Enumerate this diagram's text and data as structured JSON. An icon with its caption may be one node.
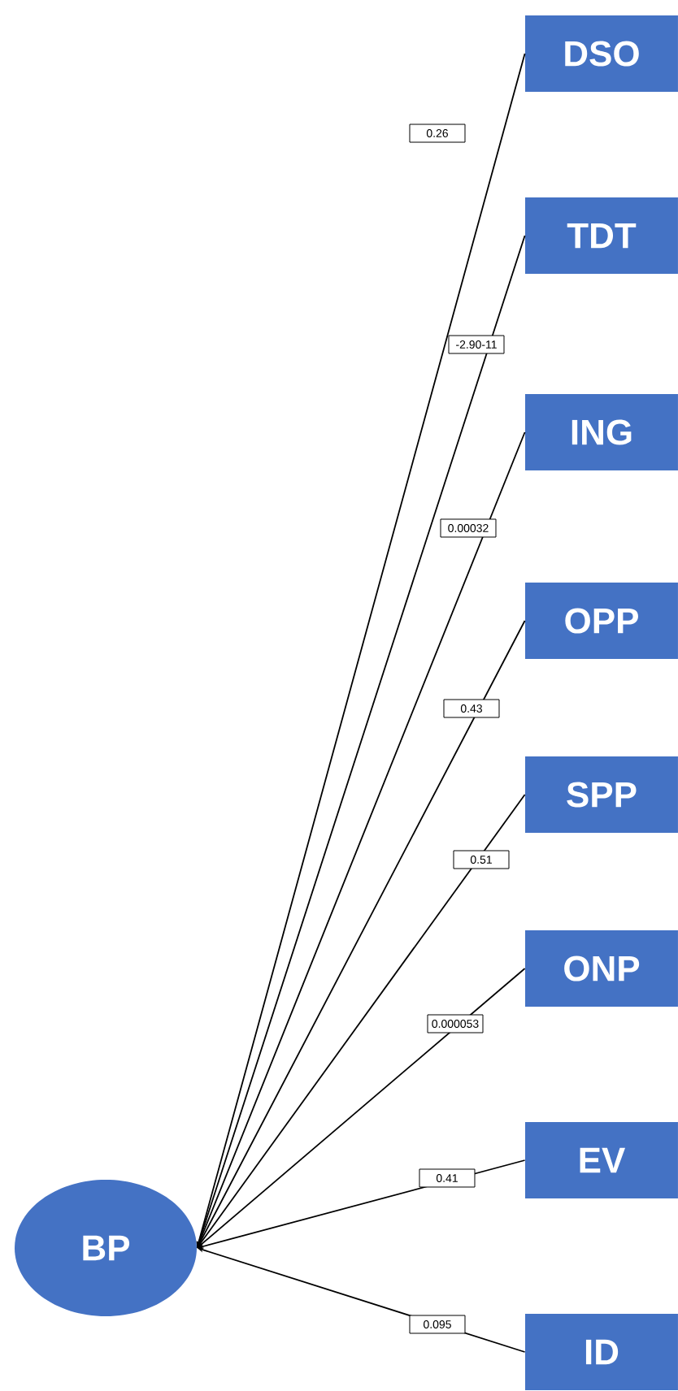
{
  "diagram": {
    "nodes": [
      {
        "text": [
          "BP"
        ]
      },
      {
        "text": [
          "DSO"
        ]
      },
      {
        "text": [
          "TDT"
        ]
      },
      {
        "text": [
          "ING"
        ]
      },
      {
        "text": [
          "OPP"
        ]
      },
      {
        "text": [
          "SPP"
        ]
      },
      {
        "text": [
          "ONP"
        ]
      },
      {
        "text": [
          "EV"
        ]
      },
      {
        "text": [
          "ID"
        ]
      }
    ],
    "edges": [
      {
        "from": 1,
        "to": 0,
        "arrow": "to",
        "label": "0.26"
      },
      {
        "from": 2,
        "to": 0,
        "arrow": "to",
        "label": "-2.90-11"
      },
      {
        "from": 3,
        "to": 0,
        "arrow": "to",
        "label": "0.00032"
      },
      {
        "from": 4,
        "to": 0,
        "arrow": "to",
        "label": "0.43"
      },
      {
        "from": 5,
        "to": 0,
        "arrow": "to",
        "label": "0.51"
      },
      {
        "from": 6,
        "to": 0,
        "arrow": "to",
        "label": "0.000053"
      },
      {
        "from": 7,
        "to": 0,
        "arrow": "to",
        "label": "0.41"
      },
      {
        "from": 8,
        "to": 0,
        "arrow": "to",
        "label": "0.095"
      }
    ]
  }
}
